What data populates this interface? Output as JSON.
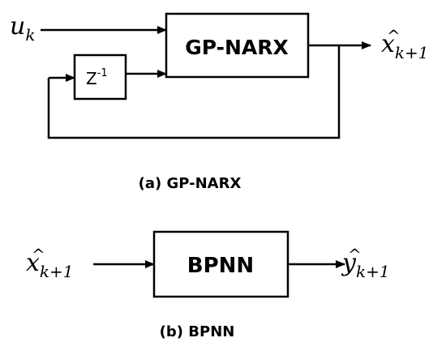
{
  "diagram_a": {
    "input_label": "u",
    "input_sub": "k",
    "delay_label": "Z",
    "delay_exp": "-1",
    "block_label": "GP-NARX",
    "output_label": "x",
    "output_hat": "^",
    "output_sub": "k+1",
    "caption": "(a) GP-NARX"
  },
  "diagram_b": {
    "input_label": "x",
    "input_hat": "^",
    "input_sub": "k+1",
    "block_label": "BPNN",
    "output_label": "y",
    "output_hat": "^",
    "output_sub": "k+1",
    "caption": "(b) BPNN"
  }
}
